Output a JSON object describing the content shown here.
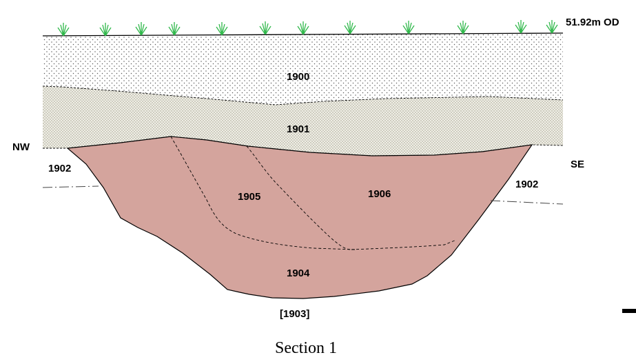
{
  "diagram": {
    "caption": "Section 1",
    "datum_label": "51.92m OD",
    "orientation": {
      "left": "NW",
      "right": "SE"
    },
    "contexts": {
      "topsoil": "1900",
      "subsoil": "1901",
      "natural_left": "1902",
      "natural_right": "1902",
      "fill_upper_left": "1905",
      "fill_upper_right": "1906",
      "fill_lower": "1904",
      "cut": "[1903]"
    },
    "colors": {
      "fill_feature": "#d4a49d",
      "subsoil_bg": "#efeee6",
      "vegetation": "#2fb84a",
      "line": "#000000"
    }
  }
}
